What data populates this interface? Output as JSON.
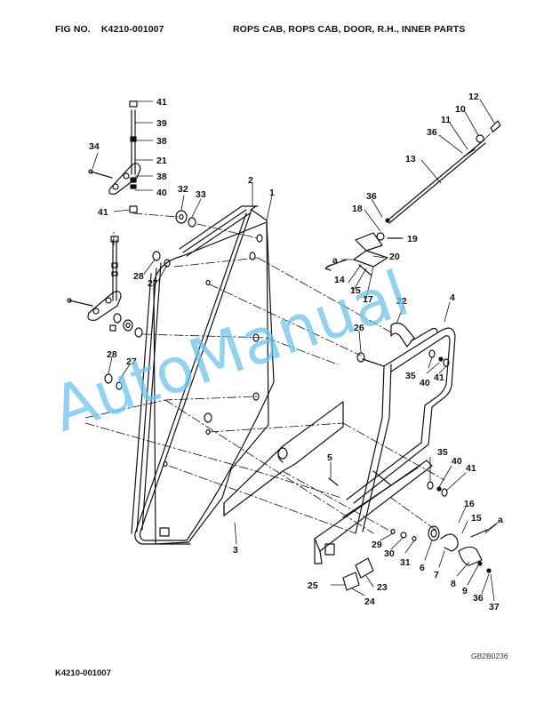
{
  "header": {
    "fig_label": "FIG NO.",
    "fig_number": "K4210-001007",
    "title": "ROPS CAB, ROPS CAB, DOOR, R.H., INNER PARTS"
  },
  "footer": {
    "code": "K4210-001007",
    "drawing_code": "GB2B0236"
  },
  "watermark": {
    "text": "AutoManual",
    "color": "#6ec3ec"
  },
  "callouts": {
    "c41a": "41",
    "c39": "39",
    "c38a": "38",
    "c34": "34",
    "c21": "21",
    "c38b": "38",
    "c40a": "40",
    "c41b": "41",
    "c32": "32",
    "c33": "33",
    "c2": "2",
    "c1": "1",
    "c28a": "28",
    "c27a": "27",
    "c28b": "28",
    "c27b": "27",
    "c12": "12",
    "c10": "10",
    "c11": "11",
    "c36a": "36",
    "c13": "13",
    "c36b": "36",
    "c18": "18",
    "c19": "19",
    "a1": "a",
    "c20": "20",
    "c14": "14",
    "c15a": "15",
    "c17": "17",
    "c4": "4",
    "c22": "22",
    "c26": "26",
    "c35a": "35",
    "c40b": "40",
    "c41c": "41",
    "c35b": "35",
    "c40c": "40",
    "c41d": "41",
    "c5": "5",
    "c3": "3",
    "c16": "16",
    "c15b": "15",
    "a2": "a",
    "c29": "29",
    "c30": "30",
    "c31": "31",
    "c6": "6",
    "c7": "7",
    "c8": "8",
    "c9": "9",
    "c36c": "36",
    "c37": "37",
    "c23": "23",
    "c25": "25",
    "c24": "24"
  }
}
